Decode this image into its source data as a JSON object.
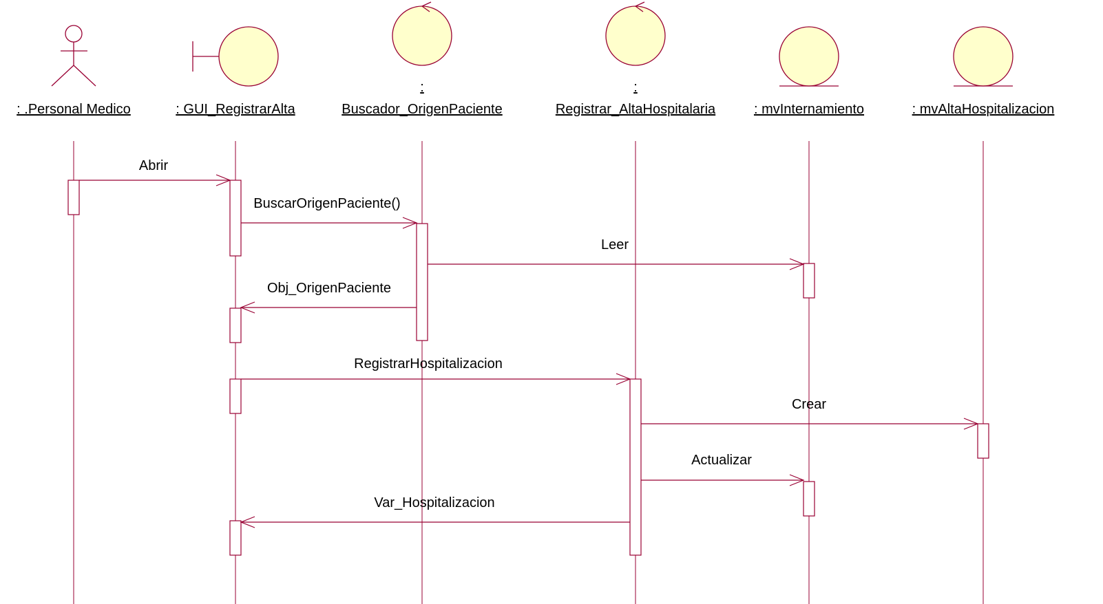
{
  "diagram": {
    "type": "sequence",
    "colors": {
      "line": "#990033",
      "fill": "#ffffcc",
      "text": "#000000"
    },
    "participants": [
      {
        "id": "p1",
        "kind": "actor",
        "icon": "actor-icon",
        "name_prefix": "",
        "name": ": .Personal Medico"
      },
      {
        "id": "p2",
        "kind": "boundary",
        "icon": "boundary-icon",
        "name_prefix": "",
        "name": ": GUI_RegistrarAlta"
      },
      {
        "id": "p3",
        "kind": "control",
        "icon": "control-icon",
        "name_prefix": ":",
        "name": "Buscador_OrigenPaciente"
      },
      {
        "id": "p4",
        "kind": "control",
        "icon": "control-icon",
        "name_prefix": ":",
        "name": "Registrar_AltaHospitalaria"
      },
      {
        "id": "p5",
        "kind": "entity",
        "icon": "entity-icon",
        "name_prefix": "",
        "name": ": mvInternamiento"
      },
      {
        "id": "p6",
        "kind": "entity",
        "icon": "entity-icon",
        "name_prefix": "",
        "name": ": mvAltaHospitalizacion"
      }
    ],
    "messages": [
      {
        "label": "Abrir",
        "from": "p1",
        "to": "p2"
      },
      {
        "label": "BuscarOrigenPaciente()",
        "from": "p2",
        "to": "p3"
      },
      {
        "label": "Leer",
        "from": "p3",
        "to": "p5"
      },
      {
        "label": "Obj_OrigenPaciente",
        "from": "p3",
        "to": "p2"
      },
      {
        "label": "RegistrarHospitalizacion",
        "from": "p2",
        "to": "p4"
      },
      {
        "label": "Crear",
        "from": "p4",
        "to": "p6"
      },
      {
        "label": "Actualizar",
        "from": "p4",
        "to": "p5"
      },
      {
        "label": "Var_Hospitalizacion",
        "from": "p4",
        "to": "p2"
      }
    ]
  }
}
